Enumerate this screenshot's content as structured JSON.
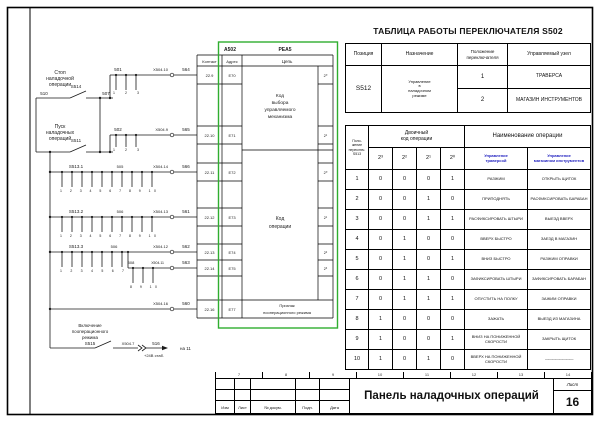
{
  "colors": {
    "green": "#2fae2f",
    "blue": "#1f1fbf",
    "red": "#c22a1e"
  },
  "schematic": {
    "stop": {
      "l1": "Стоп",
      "l2": "наладочной",
      "l3": "операции"
    },
    "start": {
      "l1": "Пуск",
      "l2": "наладочных",
      "l3": "операций"
    },
    "enable": {
      "l1": "Включение",
      "l2": "пооперационного",
      "l3": "режима"
    },
    "sw": {
      "s514": "S514",
      "s511": "S511",
      "s515": "S515",
      "s513_1": "S513.1",
      "s513_2": "S513.2",
      "s513_3": "S513.3"
    },
    "wires": {
      "w510": "510",
      "w507": "507",
      "w501": "501",
      "w502": "502",
      "w505": "505",
      "w506a": "506",
      "w506b": "506",
      "w508": "508",
      "w564": "564",
      "w565": "565",
      "w566": "566",
      "w561": "561",
      "w562": "562",
      "w563": "563",
      "w560": "560",
      "w516": "516"
    },
    "conn": {
      "x10": "X504.10",
      "x9": "X504.9",
      "x14": "X504.14",
      "x13": "X504.13",
      "x12": "X504.12",
      "x11": "X504.11",
      "x16": "X504.16",
      "x7": "X504.7"
    },
    "ticks3": "1 2 3",
    "ticks10": "1 2 3 4 5 6 7 8 9 10",
    "ticks7": "1 2 3 4 5 6 7",
    "ticks8_10": "8 9 10",
    "plus24": "+24В стаб.",
    "to_sheet": "на 11"
  },
  "connector_table": {
    "device": "A502",
    "module": "РЕА5",
    "col_contact": "Контакт",
    "col_addr": "Адрес",
    "col_circuit": "Цепь",
    "section1": {
      "l1": "Код",
      "l2": "выбора",
      "l3": "управляемого",
      "l4": "механизма"
    },
    "section2": {
      "l1": "Код",
      "l2": "операции"
    },
    "section3": {
      "l1": "Признак",
      "l2": "пооперационного режима"
    },
    "rows": [
      {
        "contact": "22.9",
        "addr": "E70",
        "bit": "2⁰"
      },
      {
        "contact": "22.10",
        "addr": "E71",
        "bit": "2¹"
      },
      {
        "contact": "22.11",
        "addr": "E72",
        "bit": "2⁰"
      },
      {
        "contact": "22.12",
        "addr": "E73",
        "bit": "2¹"
      },
      {
        "contact": "22.13",
        "addr": "E74",
        "bit": "2²"
      },
      {
        "contact": "22.14",
        "addr": "E75",
        "bit": "2³"
      },
      {
        "contact": "22.16",
        "addr": "E77",
        "bit": ""
      }
    ]
  },
  "switch_table": {
    "title": "ТАБЛИЦА РАБОТЫ ПЕРЕКЛЮЧАТЕЛЯ S502",
    "col_position": "Позиция",
    "col_purpose": "Назначение",
    "col_state": "Положение\nпереключателя",
    "col_unit": "Управляемый узел",
    "position": "S512",
    "purpose": "Управление\nв\nналадочном\nрежиме",
    "rows": [
      {
        "state": "1",
        "unit": "ТРАВЕРСА"
      },
      {
        "state": "2",
        "unit": "МАГАЗИН ИНСТРУМЕНТОВ"
      }
    ]
  },
  "operations_table": {
    "col_pos": "Поло-\nжение\nпереключ.\nS513",
    "header_code": "Двоичный\nкод операции",
    "header_name": "Наименование операции",
    "bits": [
      "2³",
      "2²",
      "2¹",
      "2⁰"
    ],
    "col_traverse": "Управление\nтраверсой",
    "col_magazine": "Управление\nмагазином инструментов",
    "rows": [
      {
        "pos": "1",
        "b3": "0",
        "b2": "0",
        "b1": "0",
        "b0": "1",
        "traverse": "РАЗЖИМ",
        "magazine": "ОТКРЫТЬ ЩИТОК"
      },
      {
        "pos": "2",
        "b3": "0",
        "b2": "0",
        "b1": "1",
        "b0": "0",
        "traverse": "ПРИПОДНЯТЬ",
        "magazine": "РАСФИКСИРОВАТЬ БАРАБАН"
      },
      {
        "pos": "3",
        "b3": "0",
        "b2": "0",
        "b1": "1",
        "b0": "1",
        "traverse": "РАСФИКСИРОВАТЬ ШТЫРИ",
        "magazine": "ВЫЕЗД ВВЕРХ"
      },
      {
        "pos": "4",
        "b3": "0",
        "b2": "1",
        "b1": "0",
        "b0": "0",
        "traverse": "ВВЕРХ БЫСТРО",
        "magazine": "ЗАЕЗД В МАГАЗИН"
      },
      {
        "pos": "5",
        "b3": "0",
        "b2": "1",
        "b1": "0",
        "b0": "1",
        "traverse": "ВНИЗ БЫСТРО",
        "magazine": "РАЗЖИМ ОПРАВКИ"
      },
      {
        "pos": "6",
        "b3": "0",
        "b2": "1",
        "b1": "1",
        "b0": "0",
        "traverse": "ЗАФИКСИРОВАТЬ ШТЫРИ",
        "magazine": "ЗАФИКСИРОВАТЬ БАРАБАН"
      },
      {
        "pos": "7",
        "b3": "0",
        "b2": "1",
        "b1": "1",
        "b0": "1",
        "traverse": "ОПУСТИТЬ НА ПОЛКУ",
        "magazine": "ЗАЖИМ ОПРАВКИ"
      },
      {
        "pos": "8",
        "b3": "1",
        "b2": "0",
        "b1": "0",
        "b0": "0",
        "traverse": "ЗАЖАТЬ",
        "magazine": "ВЫЕЗД ИЗ МАГАЗИНА"
      },
      {
        "pos": "9",
        "b3": "1",
        "b2": "0",
        "b1": "0",
        "b0": "1",
        "traverse": "ВНИЗ НА ПОНИЖЕННОЙ СКОРОСТИ",
        "magazine": "ЗАКРЫТЬ ЩИТОК"
      },
      {
        "pos": "10",
        "b3": "1",
        "b2": "0",
        "b1": "1",
        "b0": "0",
        "traverse": "ВВЕРХ НА ПОНИЖЕННОЙ СКОРОСТИ",
        "magazine": "————————"
      }
    ]
  },
  "title_block": {
    "cols": [
      "Изм",
      "Лист",
      "№ докум.",
      "Подп.",
      "Дата"
    ],
    "title": "Панель наладочных операций",
    "sheet_label": "Лист",
    "sheet_number": "16",
    "zones": [
      "7",
      "8",
      "9",
      "10",
      "11",
      "12",
      "13",
      "14"
    ]
  }
}
